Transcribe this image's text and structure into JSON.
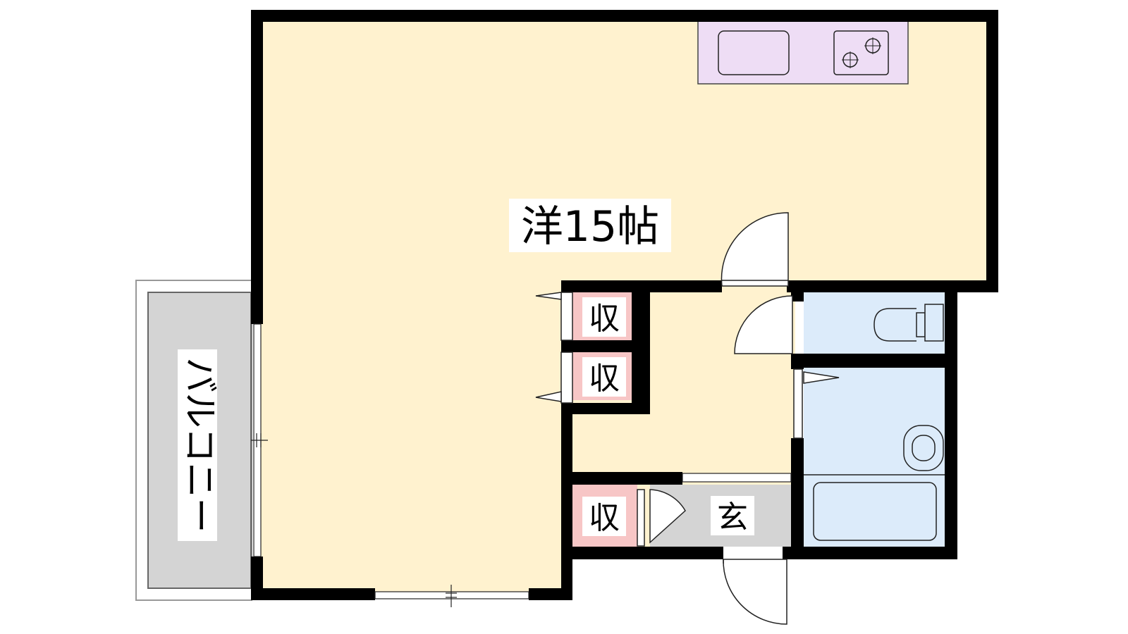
{
  "rooms": {
    "main_label": "洋15帖",
    "balcony_label": "バルコニー",
    "storage_label": "収",
    "entrance_label": "玄"
  },
  "colors": {
    "floor": "#FFF2CF",
    "kitchen": "#EEDDF5",
    "wet_area": "#DCEBFA",
    "storage": "#F7C6C6",
    "balcony": "#D4D4D4",
    "entrance": "#D4D4D4",
    "wall": "#000000"
  },
  "icons": [
    "sink-icon",
    "stove-icon",
    "toilet-icon",
    "washbasin-icon",
    "bathtub-icon",
    "door-swing-icon"
  ]
}
